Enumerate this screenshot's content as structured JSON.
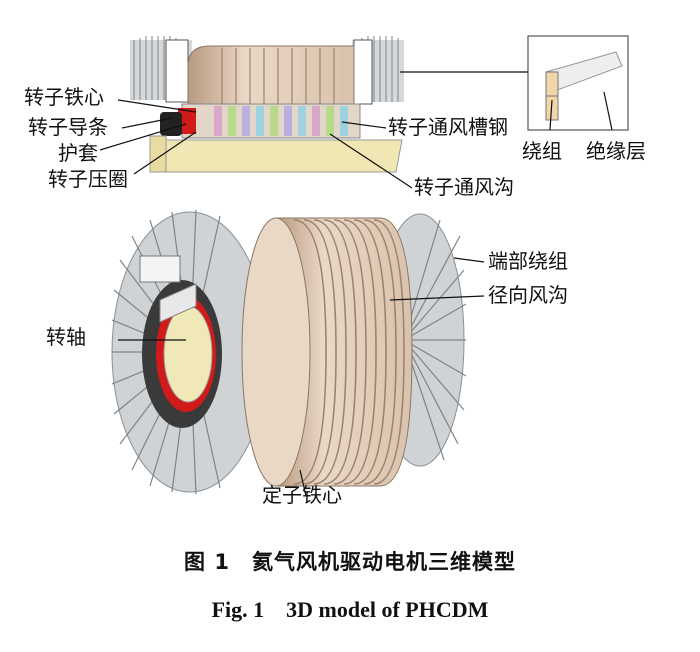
{
  "labels": {
    "rotor_core": "转子铁心",
    "rotor_bar": "转子导条",
    "sleeve": "护套",
    "rotor_press_ring": "转子压圈",
    "rotor_vent_slot_steel": "转子通风槽钢",
    "rotor_vent_duct": "转子通风沟",
    "winding": "绕组",
    "insulation_layer": "绝缘层",
    "end_winding": "端部绕组",
    "radial_vent_duct": "径向风沟",
    "shaft": "转轴",
    "stator_core": "定子铁心"
  },
  "caption": {
    "chinese": "图 1　氦气风机驱动电机三维模型",
    "english": "Fig. 1　3D model of PHCDM"
  },
  "colors": {
    "core": "#e6d3c0",
    "core_dark": "#c9ad94",
    "fin": "#c8cccf",
    "fin_dark": "#8f959a",
    "shaft": "#f1e8b8",
    "red": "#d11a1a",
    "slot_band": "#b9d0ea"
  }
}
